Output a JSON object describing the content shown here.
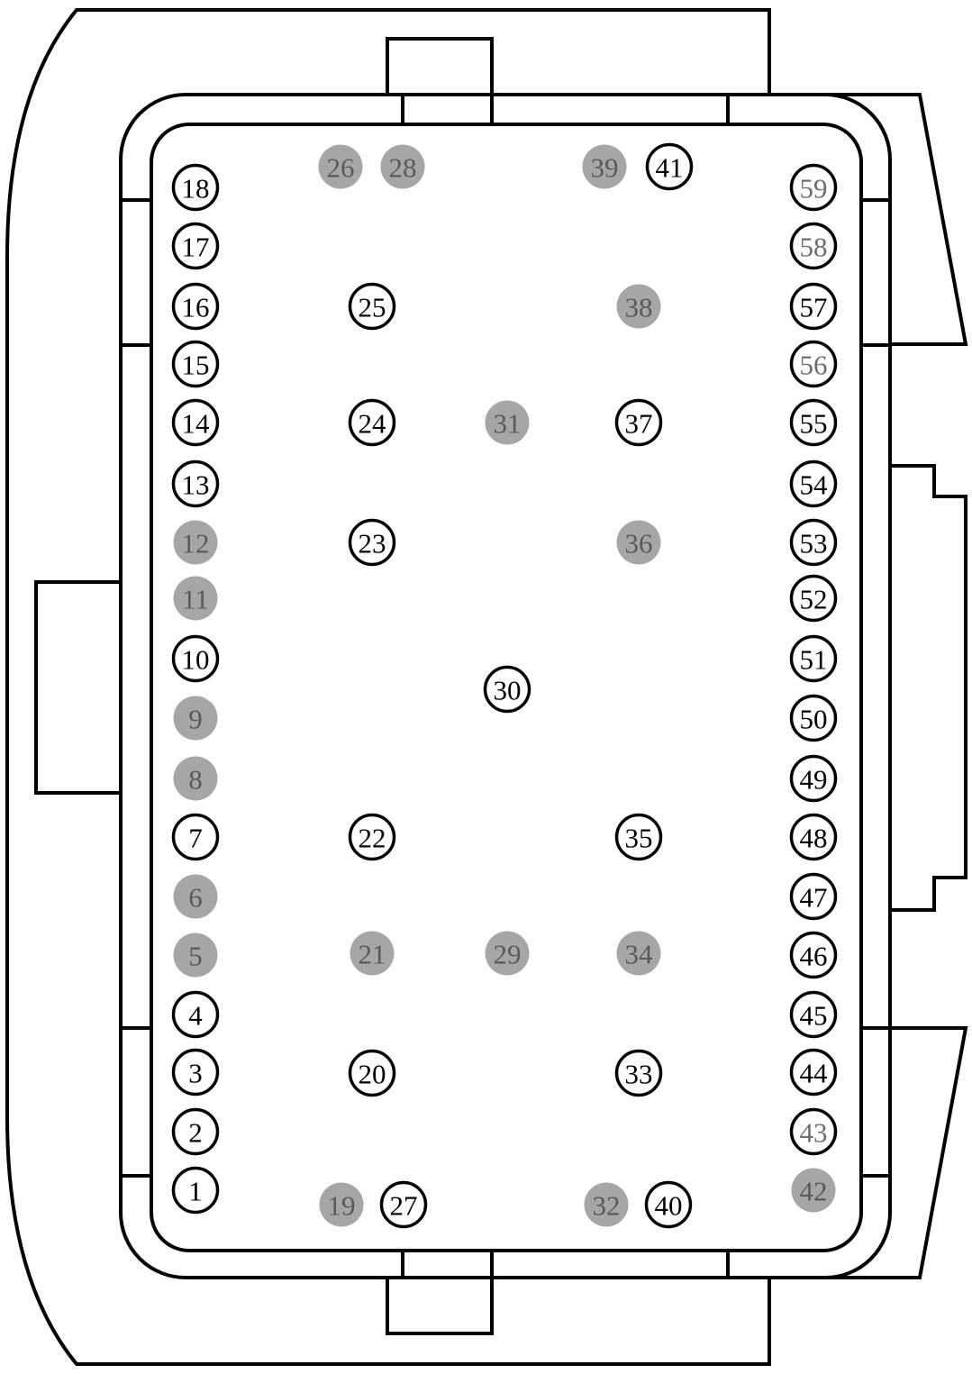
{
  "connector": {
    "pins": [
      {
        "id": "1",
        "state": "active"
      },
      {
        "id": "2",
        "state": "active"
      },
      {
        "id": "3",
        "state": "active"
      },
      {
        "id": "4",
        "state": "active"
      },
      {
        "id": "5",
        "state": "empty"
      },
      {
        "id": "6",
        "state": "empty"
      },
      {
        "id": "7",
        "state": "active"
      },
      {
        "id": "8",
        "state": "empty"
      },
      {
        "id": "9",
        "state": "empty"
      },
      {
        "id": "10",
        "state": "active"
      },
      {
        "id": "11",
        "state": "empty"
      },
      {
        "id": "12",
        "state": "empty"
      },
      {
        "id": "13",
        "state": "active"
      },
      {
        "id": "14",
        "state": "active"
      },
      {
        "id": "15",
        "state": "active"
      },
      {
        "id": "16",
        "state": "active"
      },
      {
        "id": "17",
        "state": "active"
      },
      {
        "id": "18",
        "state": "active"
      },
      {
        "id": "19",
        "state": "empty"
      },
      {
        "id": "20",
        "state": "active"
      },
      {
        "id": "21",
        "state": "empty"
      },
      {
        "id": "22",
        "state": "active"
      },
      {
        "id": "23",
        "state": "active"
      },
      {
        "id": "24",
        "state": "active"
      },
      {
        "id": "25",
        "state": "active"
      },
      {
        "id": "26",
        "state": "empty"
      },
      {
        "id": "27",
        "state": "active"
      },
      {
        "id": "28",
        "state": "empty"
      },
      {
        "id": "29",
        "state": "empty"
      },
      {
        "id": "30",
        "state": "active"
      },
      {
        "id": "31",
        "state": "empty"
      },
      {
        "id": "32",
        "state": "empty"
      },
      {
        "id": "33",
        "state": "active"
      },
      {
        "id": "34",
        "state": "empty"
      },
      {
        "id": "35",
        "state": "active"
      },
      {
        "id": "36",
        "state": "empty"
      },
      {
        "id": "37",
        "state": "active"
      },
      {
        "id": "38",
        "state": "empty"
      },
      {
        "id": "39",
        "state": "empty"
      },
      {
        "id": "40",
        "state": "active"
      },
      {
        "id": "41",
        "state": "active"
      },
      {
        "id": "42",
        "state": "empty"
      },
      {
        "id": "43",
        "state": "hollow"
      },
      {
        "id": "44",
        "state": "active"
      },
      {
        "id": "45",
        "state": "active"
      },
      {
        "id": "46",
        "state": "active"
      },
      {
        "id": "47",
        "state": "active"
      },
      {
        "id": "48",
        "state": "active"
      },
      {
        "id": "49",
        "state": "active"
      },
      {
        "id": "50",
        "state": "active"
      },
      {
        "id": "51",
        "state": "active"
      },
      {
        "id": "52",
        "state": "active"
      },
      {
        "id": "53",
        "state": "active"
      },
      {
        "id": "54",
        "state": "active"
      },
      {
        "id": "55",
        "state": "active"
      },
      {
        "id": "56",
        "state": "hollow"
      },
      {
        "id": "57",
        "state": "active"
      },
      {
        "id": "58",
        "state": "hollow"
      },
      {
        "id": "59",
        "state": "hollow"
      }
    ]
  },
  "colors": {
    "outline": "#000000",
    "background": "#ffffff",
    "empty_pin_fill": "#a6a6a6",
    "empty_pin_text": "#5a5a5a",
    "hollow_pin_text": "#6e6e6e"
  }
}
